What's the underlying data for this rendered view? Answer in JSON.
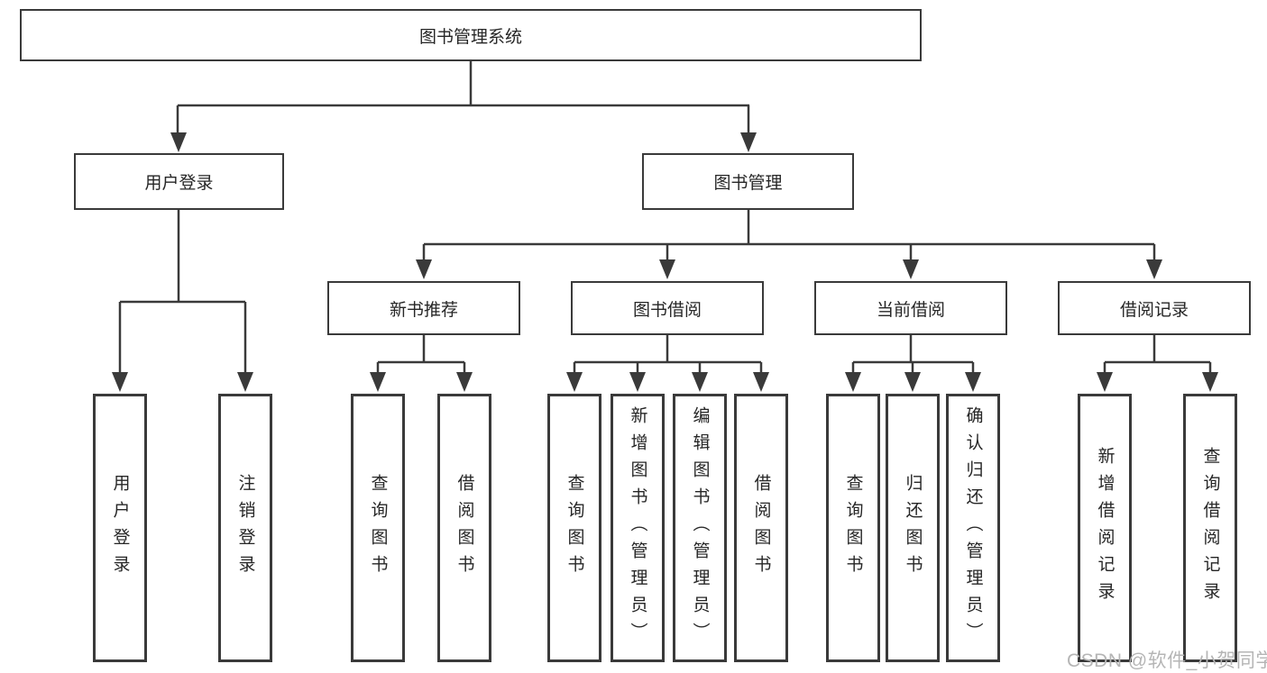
{
  "diagram": {
    "tree": {
      "label": "图书管理系统",
      "children": [
        {
          "label": "用户登录",
          "children": [
            {
              "label": "用户登录"
            },
            {
              "label": "注销登录"
            }
          ]
        },
        {
          "label": "图书管理",
          "children": [
            {
              "label": "新书推荐",
              "children": [
                {
                  "label": "查询图书"
                },
                {
                  "label": "借阅图书"
                }
              ]
            },
            {
              "label": "图书借阅",
              "children": [
                {
                  "label": "查询图书"
                },
                {
                  "label": "新增图书（管理员）"
                },
                {
                  "label": "编辑图书（管理员）"
                },
                {
                  "label": "借阅图书"
                }
              ]
            },
            {
              "label": "当前借阅",
              "children": [
                {
                  "label": "查询图书"
                },
                {
                  "label": "归还图书"
                },
                {
                  "label": "确认归还（管理员）"
                }
              ]
            },
            {
              "label": "借阅记录",
              "children": [
                {
                  "label": "新增借阅记录"
                },
                {
                  "label": "查询借阅记录"
                }
              ]
            }
          ]
        }
      ]
    },
    "watermark": "CSDN @软件_小贺同学",
    "colors": {
      "line": "#3a3a3a",
      "text": "#262626",
      "box_background": "#ffffff",
      "watermark": "#b5b5b5"
    }
  }
}
